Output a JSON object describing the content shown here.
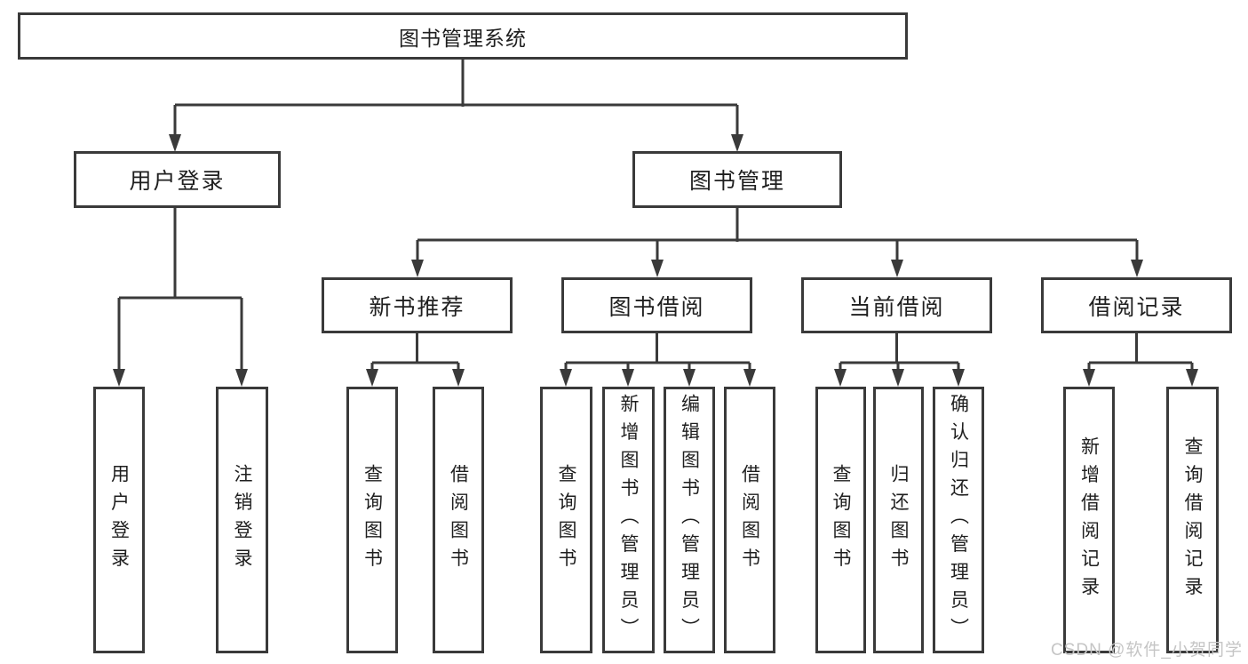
{
  "tree": {
    "root": {
      "label": "图书管理系统"
    },
    "branches": [
      {
        "label": "用户登录",
        "children": [
          "用户登录",
          "注销登录"
        ]
      },
      {
        "label": "图书管理",
        "sections": [
          {
            "label": "新书推荐",
            "children": [
              "查询图书",
              "借阅图书"
            ]
          },
          {
            "label": "图书借阅",
            "children": [
              "查询图书",
              "新增图书（管理员）",
              "编辑图书（管理员）",
              "借阅图书"
            ]
          },
          {
            "label": "当前借阅",
            "children": [
              "查询图书",
              "归还图书",
              "确认归还（管理员）"
            ]
          },
          {
            "label": "借阅记录",
            "children": [
              "新增借阅记录",
              "查询借阅记录"
            ]
          }
        ]
      }
    ]
  },
  "watermark": "CSDN @软件_小贺同学",
  "colors": {
    "line": "#3a3a3a",
    "text": "#1f1f1f",
    "background": "#ffffff",
    "watermark": "#c5c5c5"
  }
}
